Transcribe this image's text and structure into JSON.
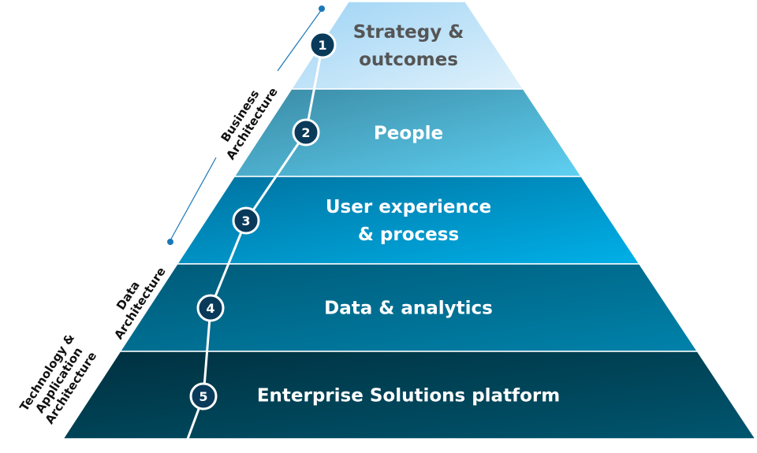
{
  "layers": [
    {
      "number": "1",
      "lines": [
        "Strategy &",
        "outcomes"
      ],
      "text_color": "#555555",
      "colors": [
        "#9fd4f5",
        "#dff1fb"
      ]
    },
    {
      "number": "2",
      "lines": [
        "People"
      ],
      "text_color": "#ffffff",
      "colors": [
        "#3a8aa4",
        "#5fd0f2"
      ]
    },
    {
      "number": "3",
      "lines": [
        "User experience",
        "& process"
      ],
      "text_color": "#ffffff",
      "colors": [
        "#00729f",
        "#00b0e8"
      ]
    },
    {
      "number": "4",
      "lines": [
        "Data & analytics"
      ],
      "text_color": "#ffffff",
      "colors": [
        "#005a78",
        "#0082aa"
      ]
    },
    {
      "number": "5",
      "lines": [
        "Enterprise Solutions platform"
      ],
      "text_color": "#ffffff",
      "colors": [
        "#00303f",
        "#00566f"
      ]
    }
  ],
  "side_labels": {
    "business": [
      "Business",
      "Architecture"
    ],
    "data": [
      "Data",
      "Architecture"
    ],
    "technology": [
      "Technology &",
      "Application",
      "Architecture"
    ]
  },
  "colors": {
    "marker": "#0a3a5a",
    "bracket": "#1a78b8"
  }
}
